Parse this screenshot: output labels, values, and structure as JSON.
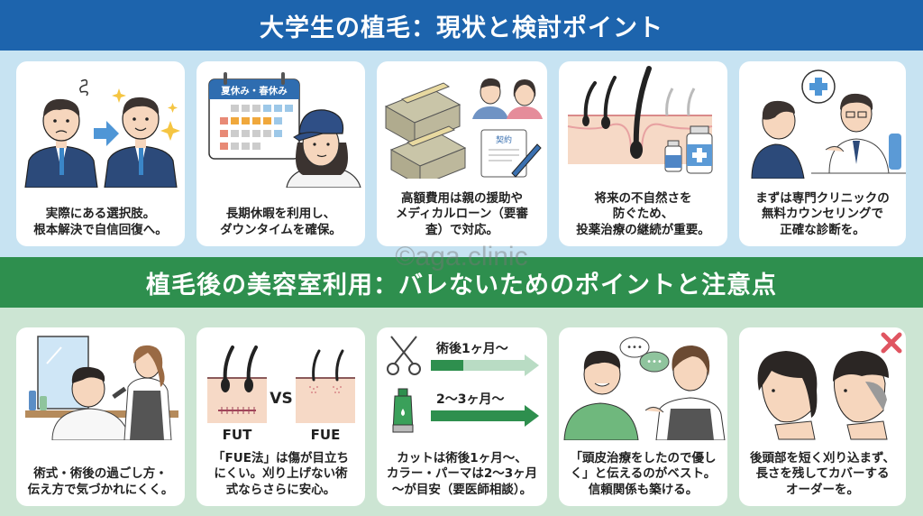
{
  "header_top": {
    "title": "大学生の植毛：現状と検討ポイント",
    "bg_color": "#1d64ad"
  },
  "header_mid": {
    "title": "植毛後の美容室利用：バレないためのポイントと注意点",
    "bg_color": "#2e8f4e"
  },
  "watermark": "©aga.clinic",
  "top_cards": [
    {
      "illustration": "worried-student-to-confident-student",
      "caption": [
        "実際にある選択肢。",
        "根本解決で自信回復へ。"
      ]
    },
    {
      "illustration": "calendar-vacation-woman-cap",
      "calendar_label": "夏休み・春休み",
      "caption": [
        "長期休暇を利用し、",
        "ダウンタイムを確保。"
      ]
    },
    {
      "illustration": "money-stacks-parents-contract",
      "contract_label": "契約",
      "caption": [
        "高額費用は親の援助や",
        "メディカルローン（要審",
        "査）で対応。"
      ]
    },
    {
      "illustration": "hair-follicle-scalp-medicine",
      "caption": [
        "将来の不自然さを",
        "防ぐため、",
        "投薬治療の継続が重要。"
      ]
    },
    {
      "illustration": "doctor-counseling",
      "caption": [
        "まずは専門クリニックの",
        "無料カウンセリングで",
        "正確な診断を。"
      ]
    }
  ],
  "bottom_cards": [
    {
      "illustration": "hair-salon-stylist",
      "caption": [
        "術式・術後の過ごし方・",
        "伝え方で気づかれにくく。"
      ]
    },
    {
      "illustration": "fut-vs-fue-scalp",
      "labels": {
        "left": "FUT",
        "vs": "VS",
        "right": "FUE"
      },
      "caption": [
        "「FUE法」は傷が目立ち",
        "にくい。刈り上げない術",
        "式ならさらに安心。"
      ]
    },
    {
      "illustration": "timeline-arrows",
      "timeline": [
        {
          "icon": "scissors-icon",
          "label": "術後1ヶ月〜"
        },
        {
          "icon": "hair-dye-tube-icon",
          "label": "2〜3ヶ月〜"
        }
      ],
      "caption": [
        "カットは術後1ヶ月〜、",
        "カラー・パーマは2〜3ヶ月",
        "〜が目安（要医師相談）。"
      ]
    },
    {
      "illustration": "customer-talking-stylist",
      "caption": [
        "「頭皮治療をしたので優し",
        "く」と伝えるのがベスト。",
        "信頼関係も築ける。"
      ]
    },
    {
      "illustration": "haircut-long-vs-undercut",
      "caption": [
        "後頭部を短く刈り込まず、",
        "長さを残してカバーする",
        "オーダーを。"
      ]
    }
  ]
}
